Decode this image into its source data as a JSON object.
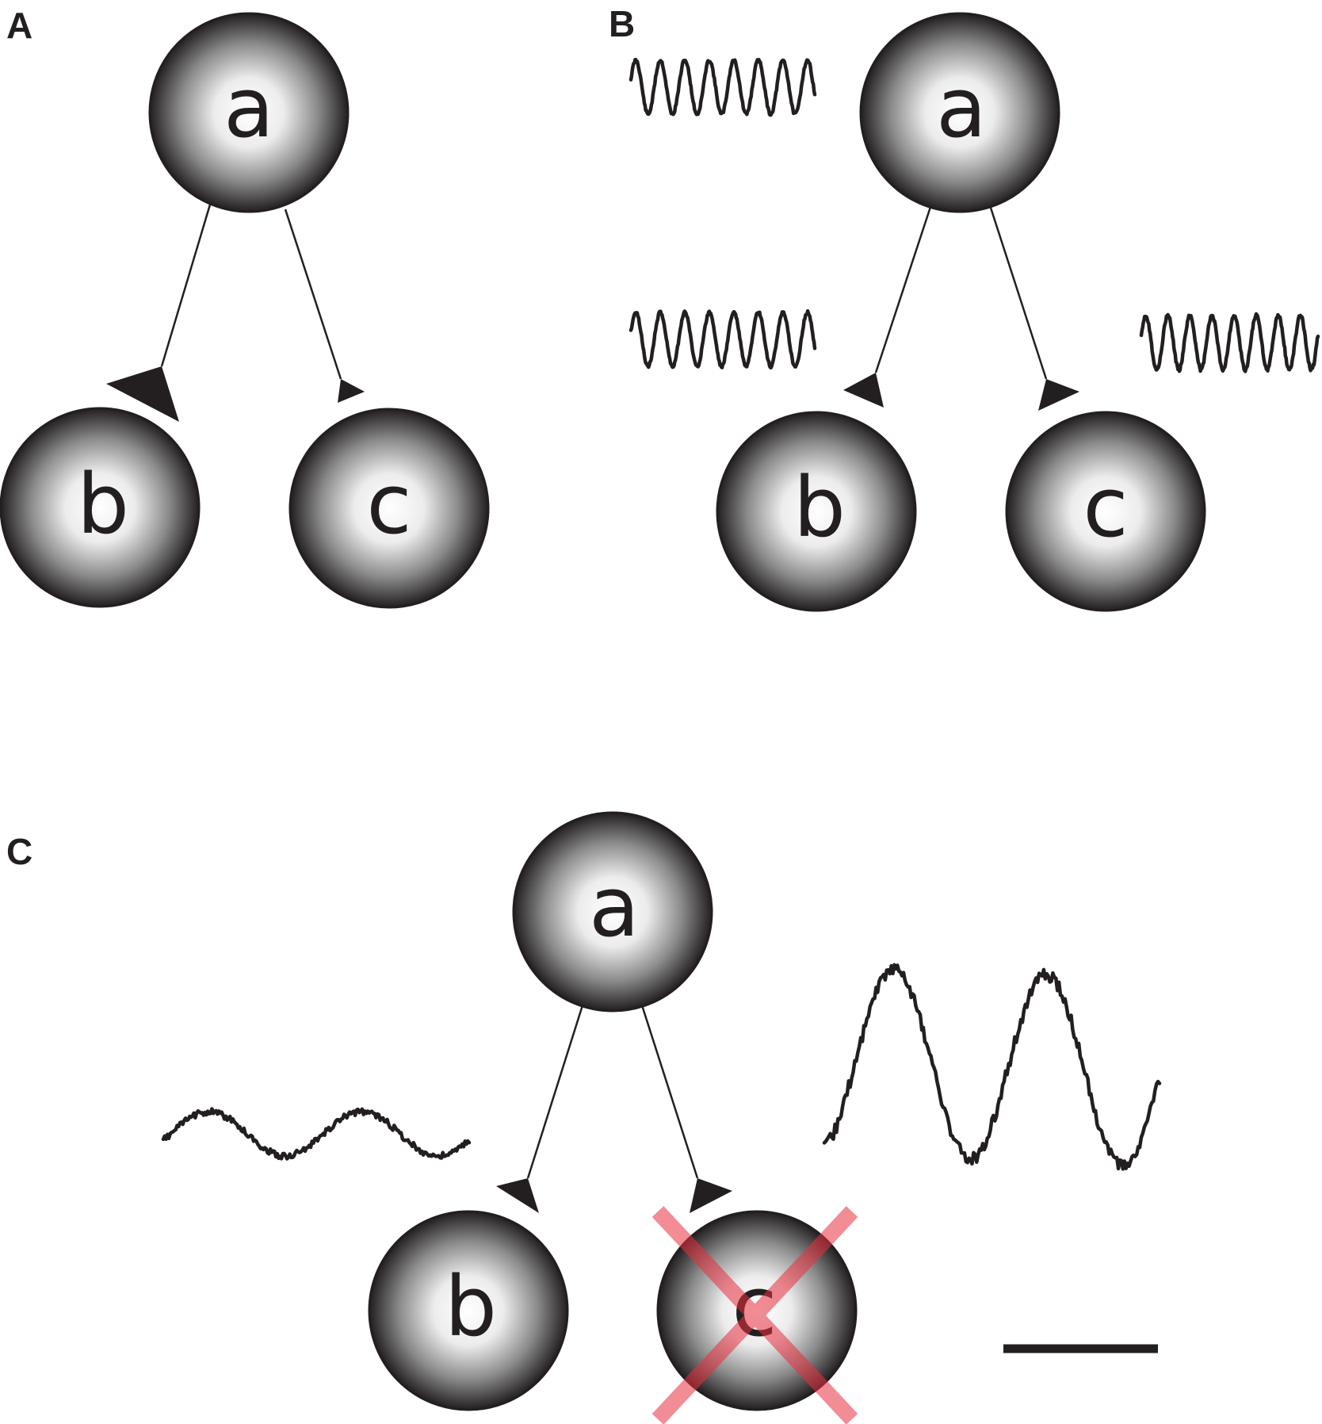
{
  "panels": {
    "A": {
      "label": "A",
      "nodes": {
        "a": "a",
        "b": "b",
        "c": "c"
      }
    },
    "B": {
      "label": "B",
      "nodes": {
        "a": "a",
        "b": "b",
        "c": "c"
      }
    },
    "C": {
      "label": "C",
      "nodes": {
        "a": "a",
        "b": "b",
        "c": "c"
      }
    }
  },
  "colors": {
    "ink": "#231f20",
    "node_gradient_center": "#ffffff",
    "node_gradient_edge": "#231f20",
    "ablation_mark": "#e8303f"
  }
}
